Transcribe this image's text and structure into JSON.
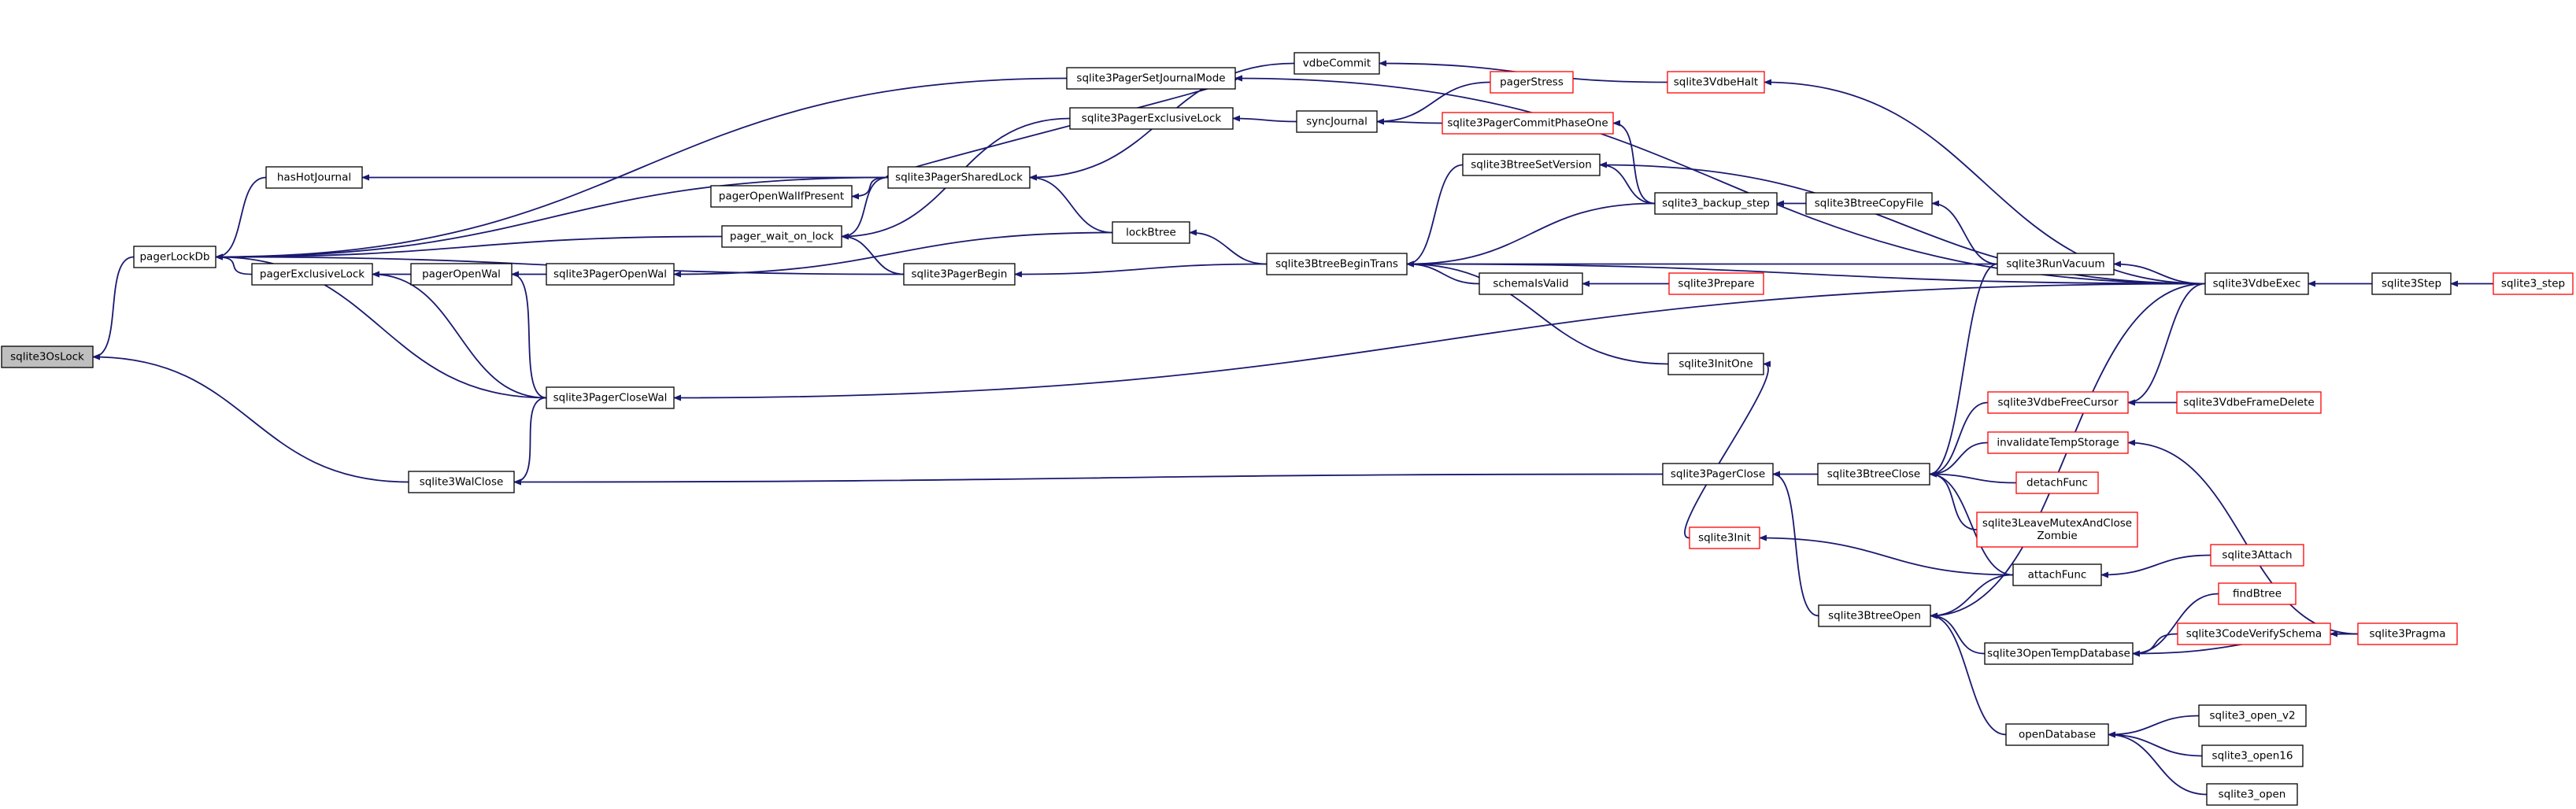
{
  "colors": {
    "edge": "#191970",
    "root_fill": "#bfbfbf",
    "normal_border": "#000000",
    "truncated_border": "#ff0000",
    "background": "#ffffff"
  },
  "nodes": [
    {
      "id": "sqlite3OsLock",
      "label": "sqlite3OsLock",
      "style": "root"
    },
    {
      "id": "pagerLockDb",
      "label": "pagerLockDb",
      "style": "normal"
    },
    {
      "id": "hasHotJournal",
      "label": "hasHotJournal",
      "style": "normal"
    },
    {
      "id": "pagerExclusiveLock",
      "label": "pagerExclusiveLock",
      "style": "normal"
    },
    {
      "id": "sqlite3WalClose",
      "label": "sqlite3WalClose",
      "style": "normal"
    },
    {
      "id": "pagerOpenWalIfPresent",
      "label": "pagerOpenWalIfPresent",
      "style": "normal"
    },
    {
      "id": "pager_wait_on_lock",
      "label": "pager_wait_on_lock",
      "style": "normal"
    },
    {
      "id": "pagerOpenWal",
      "label": "pagerOpenWal",
      "style": "normal"
    },
    {
      "id": "sqlite3PagerSetJournalMode",
      "label": "sqlite3PagerSetJournalMode",
      "style": "normal"
    },
    {
      "id": "sqlite3PagerExclusiveLock",
      "label": "sqlite3PagerExclusiveLock",
      "style": "normal"
    },
    {
      "id": "sqlite3PagerSharedLock",
      "label": "sqlite3PagerSharedLock",
      "style": "normal"
    },
    {
      "id": "sqlite3PagerBegin",
      "label": "sqlite3PagerBegin",
      "style": "normal"
    },
    {
      "id": "sqlite3PagerOpenWal",
      "label": "sqlite3PagerOpenWal",
      "style": "normal"
    },
    {
      "id": "sqlite3PagerCloseWal",
      "label": "sqlite3PagerCloseWal",
      "style": "normal"
    },
    {
      "id": "lockBtree",
      "label": "lockBtree",
      "style": "normal"
    },
    {
      "id": "vdbeCommit",
      "label": "vdbeCommit",
      "style": "normal"
    },
    {
      "id": "syncJournal",
      "label": "syncJournal",
      "style": "normal"
    },
    {
      "id": "sqlite3BtreeBeginTrans",
      "label": "sqlite3BtreeBeginTrans",
      "style": "normal"
    },
    {
      "id": "sqlite3BtreeSetVersion",
      "label": "sqlite3BtreeSetVersion",
      "style": "normal"
    },
    {
      "id": "schemaIsValid",
      "label": "schemaIsValid",
      "style": "normal"
    },
    {
      "id": "pagerStress",
      "label": "pagerStress",
      "style": "truncated"
    },
    {
      "id": "sqlite3PagerCommitPhaseOne",
      "label": "sqlite3PagerCommitPhaseOne",
      "style": "truncated"
    },
    {
      "id": "sqlite3VdbeHalt",
      "label": "sqlite3VdbeHalt",
      "style": "truncated"
    },
    {
      "id": "sqlite3InitOne",
      "label": "sqlite3InitOne",
      "style": "normal"
    },
    {
      "id": "sqlite3PagerClose",
      "label": "sqlite3PagerClose",
      "style": "normal"
    },
    {
      "id": "sqlite3_backup_step",
      "label": "sqlite3_backup_step",
      "style": "normal"
    },
    {
      "id": "sqlite3Prepare",
      "label": "sqlite3Prepare",
      "style": "truncated"
    },
    {
      "id": "sqlite3Init",
      "label": "sqlite3Init",
      "style": "truncated"
    },
    {
      "id": "sqlite3BtreeOpen",
      "label": "sqlite3BtreeOpen",
      "style": "normal"
    },
    {
      "id": "sqlite3BtreeCopyFile",
      "label": "sqlite3BtreeCopyFile",
      "style": "normal"
    },
    {
      "id": "sqlite3BtreeClose",
      "label": "sqlite3BtreeClose",
      "style": "normal"
    },
    {
      "id": "sqlite3RunVacuum",
      "label": "sqlite3RunVacuum",
      "style": "normal"
    },
    {
      "id": "sqlite3VdbeFreeCursor",
      "label": "sqlite3VdbeFreeCursor",
      "style": "truncated"
    },
    {
      "id": "invalidateTempStorage",
      "label": "invalidateTempStorage",
      "style": "truncated"
    },
    {
      "id": "detachFunc",
      "label": "detachFunc",
      "style": "truncated"
    },
    {
      "id": "sqlite3LeaveMutexAndCloseZombie",
      "label": [
        "sqlite3LeaveMutexAndClose",
        "Zombie"
      ],
      "style": "truncated"
    },
    {
      "id": "attachFunc",
      "label": "attachFunc",
      "style": "normal"
    },
    {
      "id": "sqlite3OpenTempDatabase",
      "label": "sqlite3OpenTempDatabase",
      "style": "normal"
    },
    {
      "id": "openDatabase",
      "label": "openDatabase",
      "style": "normal"
    },
    {
      "id": "sqlite3VdbeExec",
      "label": "sqlite3VdbeExec",
      "style": "normal"
    },
    {
      "id": "sqlite3VdbeFrameDelete",
      "label": "sqlite3VdbeFrameDelete",
      "style": "truncated"
    },
    {
      "id": "sqlite3Attach",
      "label": "sqlite3Attach",
      "style": "truncated"
    },
    {
      "id": "findBtree",
      "label": "findBtree",
      "style": "truncated"
    },
    {
      "id": "sqlite3CodeVerifySchema",
      "label": "sqlite3CodeVerifySchema",
      "style": "truncated"
    },
    {
      "id": "sqlite3Pragma",
      "label": "sqlite3Pragma",
      "style": "truncated"
    },
    {
      "id": "sqlite3_open_v2",
      "label": "sqlite3_open_v2",
      "style": "normal"
    },
    {
      "id": "sqlite3_open16",
      "label": "sqlite3_open16",
      "style": "normal"
    },
    {
      "id": "sqlite3_open",
      "label": "sqlite3_open",
      "style": "normal"
    },
    {
      "id": "sqlite3Step",
      "label": "sqlite3Step",
      "style": "normal"
    },
    {
      "id": "sqlite3_step",
      "label": "sqlite3_step",
      "style": "truncated"
    }
  ],
  "edges": [
    [
      "pagerLockDb",
      "sqlite3OsLock"
    ],
    [
      "sqlite3WalClose",
      "sqlite3OsLock"
    ],
    [
      "hasHotJournal",
      "pagerLockDb"
    ],
    [
      "pagerExclusiveLock",
      "pagerLockDb"
    ],
    [
      "pager_wait_on_lock",
      "pagerLockDb"
    ],
    [
      "sqlite3PagerSetJournalMode",
      "pagerLockDb"
    ],
    [
      "sqlite3PagerSharedLock",
      "pagerLockDb"
    ],
    [
      "sqlite3PagerBegin",
      "pagerLockDb"
    ],
    [
      "sqlite3PagerCloseWal",
      "pagerLockDb"
    ],
    [
      "sqlite3PagerSharedLock",
      "hasHotJournal"
    ],
    [
      "pagerOpenWal",
      "pagerExclusiveLock"
    ],
    [
      "sqlite3PagerCloseWal",
      "pagerExclusiveLock"
    ],
    [
      "sqlite3PagerCloseWal",
      "sqlite3WalClose"
    ],
    [
      "sqlite3PagerClose",
      "sqlite3WalClose"
    ],
    [
      "sqlite3PagerOpenWal",
      "pagerOpenWal"
    ],
    [
      "sqlite3PagerCloseWal",
      "pagerOpenWal"
    ],
    [
      "sqlite3PagerSharedLock",
      "pagerOpenWalIfPresent"
    ],
    [
      "sqlite3PagerSharedLock",
      "pager_wait_on_lock"
    ],
    [
      "sqlite3PagerBegin",
      "pager_wait_on_lock"
    ],
    [
      "sqlite3PagerExclusiveLock",
      "pager_wait_on_lock"
    ],
    [
      "sqlite3PagerSharedLock",
      "sqlite3PagerSetJournalMode"
    ],
    [
      "sqlite3VdbeExec",
      "sqlite3PagerSetJournalMode"
    ],
    [
      "lockBtree",
      "sqlite3PagerSharedLock"
    ],
    [
      "vdbeCommit",
      "sqlite3PagerSharedLock"
    ],
    [
      "sqlite3BtreeBeginTrans",
      "sqlite3PagerBegin"
    ],
    [
      "syncJournal",
      "sqlite3PagerExclusiveLock"
    ],
    [
      "lockBtree",
      "sqlite3PagerOpenWal"
    ],
    [
      "sqlite3VdbeExec",
      "sqlite3PagerCloseWal"
    ],
    [
      "sqlite3BtreeBeginTrans",
      "lockBtree"
    ],
    [
      "sqlite3VdbeHalt",
      "vdbeCommit"
    ],
    [
      "pagerStress",
      "syncJournal"
    ],
    [
      "sqlite3PagerCommitPhaseOne",
      "syncJournal"
    ],
    [
      "sqlite3BtreeSetVersion",
      "sqlite3BtreeBeginTrans"
    ],
    [
      "sqlite3_backup_step",
      "sqlite3BtreeBeginTrans"
    ],
    [
      "schemaIsValid",
      "sqlite3BtreeBeginTrans"
    ],
    [
      "sqlite3RunVacuum",
      "sqlite3BtreeBeginTrans"
    ],
    [
      "sqlite3VdbeExec",
      "sqlite3BtreeBeginTrans"
    ],
    [
      "sqlite3InitOne",
      "sqlite3BtreeBeginTrans"
    ],
    [
      "sqlite3_backup_step",
      "sqlite3BtreeSetVersion"
    ],
    [
      "sqlite3VdbeExec",
      "sqlite3BtreeSetVersion"
    ],
    [
      "sqlite3_backup_step",
      "sqlite3PagerCommitPhaseOne"
    ],
    [
      "sqlite3VdbeExec",
      "sqlite3VdbeHalt"
    ],
    [
      "sqlite3Prepare",
      "schemaIsValid"
    ],
    [
      "sqlite3Init",
      "sqlite3InitOne"
    ],
    [
      "sqlite3BtreeClose",
      "sqlite3PagerClose"
    ],
    [
      "sqlite3BtreeOpen",
      "sqlite3PagerClose"
    ],
    [
      "sqlite3BtreeCopyFile",
      "sqlite3_backup_step"
    ],
    [
      "sqlite3RunVacuum",
      "sqlite3BtreeCopyFile"
    ],
    [
      "sqlite3VdbeExec",
      "sqlite3RunVacuum"
    ],
    [
      "sqlite3RunVacuum",
      "sqlite3BtreeClose"
    ],
    [
      "sqlite3VdbeFreeCursor",
      "sqlite3BtreeClose"
    ],
    [
      "invalidateTempStorage",
      "sqlite3BtreeClose"
    ],
    [
      "detachFunc",
      "sqlite3BtreeClose"
    ],
    [
      "sqlite3LeaveMutexAndCloseZombie",
      "sqlite3BtreeClose"
    ],
    [
      "attachFunc",
      "sqlite3BtreeClose"
    ],
    [
      "sqlite3VdbeExec",
      "sqlite3VdbeFreeCursor"
    ],
    [
      "sqlite3VdbeFrameDelete",
      "sqlite3VdbeFreeCursor"
    ],
    [
      "sqlite3Pragma",
      "invalidateTempStorage"
    ],
    [
      "attachFunc",
      "sqlite3Init"
    ],
    [
      "sqlite3Attach",
      "attachFunc"
    ],
    [
      "attachFunc",
      "sqlite3BtreeOpen"
    ],
    [
      "sqlite3VdbeExec",
      "sqlite3BtreeOpen"
    ],
    [
      "sqlite3OpenTempDatabase",
      "sqlite3BtreeOpen"
    ],
    [
      "openDatabase",
      "sqlite3BtreeOpen"
    ],
    [
      "findBtree",
      "sqlite3OpenTempDatabase"
    ],
    [
      "sqlite3CodeVerifySchema",
      "sqlite3OpenTempDatabase"
    ],
    [
      "sqlite3Pragma",
      "sqlite3OpenTempDatabase"
    ],
    [
      "sqlite3Pragma",
      "sqlite3CodeVerifySchema"
    ],
    [
      "sqlite3_open_v2",
      "openDatabase"
    ],
    [
      "sqlite3_open16",
      "openDatabase"
    ],
    [
      "sqlite3_open",
      "openDatabase"
    ],
    [
      "sqlite3Step",
      "sqlite3VdbeExec"
    ],
    [
      "sqlite3_step",
      "sqlite3Step"
    ]
  ]
}
